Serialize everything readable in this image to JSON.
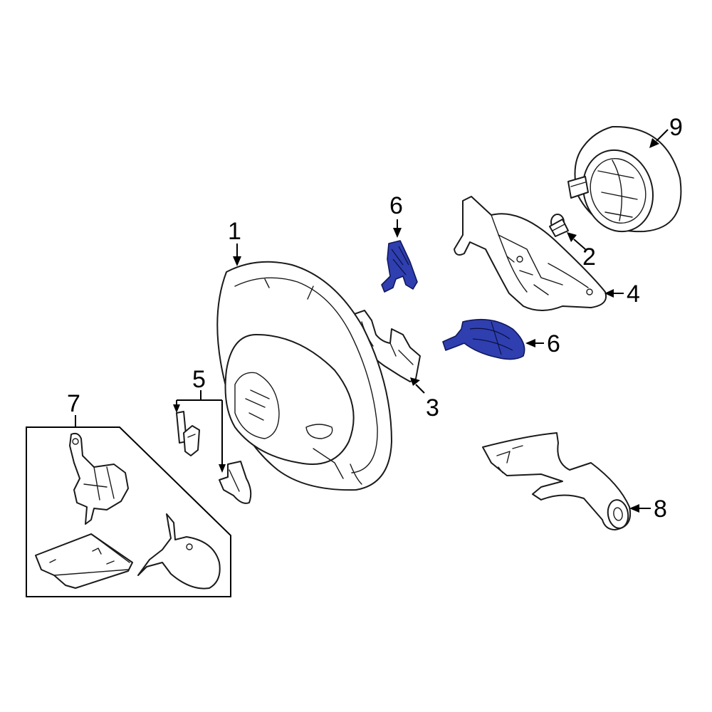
{
  "callouts": {
    "c1": "1",
    "c2": "2",
    "c3": "3",
    "c4": "4",
    "c5": "5",
    "c6a": "6",
    "c6b": "6",
    "c7": "7",
    "c8": "8",
    "c9": "9"
  },
  "colors": {
    "highlight": "#2f3fb0",
    "line": "#1a1a1a",
    "background": "#ffffff"
  }
}
